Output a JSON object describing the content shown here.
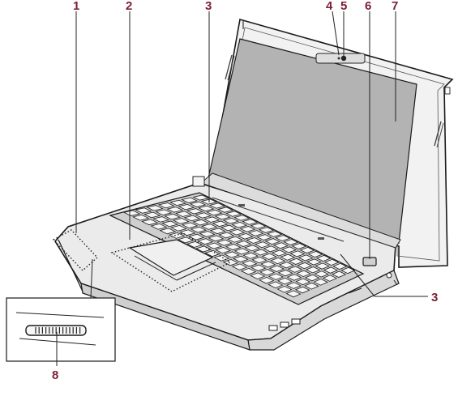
{
  "figure": {
    "callouts": [
      {
        "id": "c1",
        "label": "1"
      },
      {
        "id": "c2",
        "label": "2"
      },
      {
        "id": "c3_top",
        "label": "3"
      },
      {
        "id": "c4",
        "label": "4"
      },
      {
        "id": "c5",
        "label": "5"
      },
      {
        "id": "c6",
        "label": "6"
      },
      {
        "id": "c7",
        "label": "7"
      },
      {
        "id": "c3_right",
        "label": "3"
      },
      {
        "id": "c8",
        "label": "8"
      }
    ],
    "colors": {
      "callout": "#7a1f35",
      "screen": "#b3b3b3",
      "body": "#ebebeb",
      "keys": "#f4f4f4",
      "outline": "#1a1a1a"
    }
  }
}
